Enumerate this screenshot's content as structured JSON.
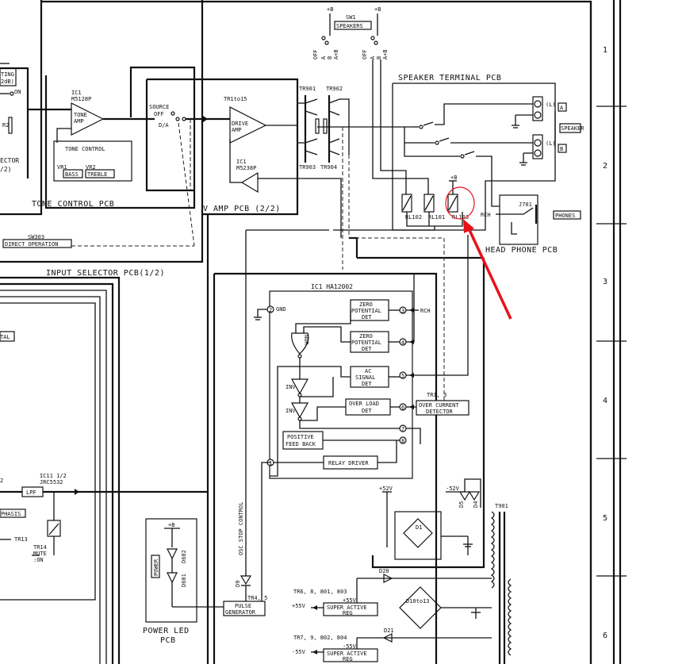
{
  "labels": {
    "sw1": "SW1",
    "speakers": "SPEAKERS",
    "plus_b": "+B",
    "off": "OFF",
    "a": "A",
    "b": "B",
    "ab": "A+B",
    "speaker_terminal_pcb": "SPEAKER TERMINAL PCB",
    "speaker": "SPEAKER",
    "l": "(L)",
    "ic1_left": "IC1",
    "m5128p": "M5128P",
    "tone_amp_1": "TONE",
    "tone_amp_2": "AMP",
    "tone_control": "TONE CONTROL",
    "vr1": "VR1",
    "vr2": "VR2",
    "bass": "BASS",
    "treble": "TREBLE",
    "tone_control_pcb": "TONE CONTROL PCB",
    "source": "SOURCE",
    "off2": "OFF",
    "da": "D/A",
    "tr1to15": "TR1to15",
    "drive_1": "DRIVE",
    "drive_2": "AMP",
    "ic1_mid": "IC1",
    "m5238p": "M5238P",
    "tr901": "TR901",
    "tr902": "TR902",
    "tr903": "TR903",
    "tr904": "TR904",
    "v_amp_pcb": "V AMP PCB (2/2)",
    "sw303": "SW303",
    "direct_operation": "DIRECT OPERATION",
    "input_selector_pcb": "INPUT SELECTOR PCB(1/2)",
    "ting": "TING",
    "db2": "2dB)",
    "on": "ON",
    "r2": "R2",
    "ector": "ECTOR",
    "half": "/2)",
    "rl102": "RL102",
    "rl101": "RL101",
    "rl103": "RL103",
    "rch_relay": "RCH",
    "j701": "J701",
    "phones": "PHONES",
    "head_phone_pcb": "HEAD PHONE PCB",
    "ic1_ha": "IC1 HA12002",
    "pin2": "2",
    "gnd": "GND",
    "zero_1": "ZERO",
    "potential_1": "POTENTIAL",
    "det_1": "DET",
    "zero_2": "ZERO",
    "potential_2": "POTENTIAL",
    "det_2": "DET",
    "nor": "NOR",
    "ac_1": "AC",
    "signal": "SIGNAL",
    "det_3": "DET",
    "inv_1": "INV",
    "inv_2": "INV",
    "overload_1": "OVER LOAD",
    "det_4": "DET",
    "positive": "POSITIVE",
    "feed_back": "FEED BACK",
    "relay_driver": "RELAY DRIVER",
    "pin3": "3",
    "pin4": "4",
    "pin5": "5",
    "pin6": "6",
    "pin7": "7",
    "pin8": "8",
    "pin1": "1",
    "rch_ic": "RCH",
    "tr1_3": "TR1, 3",
    "over_current_1": "OVER CURRENT",
    "detector": "DETECTOR",
    "ic11": "IC11 1/2",
    "jrc5532": "JRC5532",
    "lpf": "LPF",
    "phasis": "PHASIS",
    "tr13": "TR13",
    "tr14": "TR14",
    "mute": "MUTE",
    "on2": ":ON",
    "tal": "TAL",
    "f2": "2",
    "plus_b_led": "+B",
    "power": "POWER",
    "d602": "D602",
    "d601": "D601",
    "power_led_pcb_1": "POWER LED",
    "power_led_pcb_2": "PCB",
    "osc_stop_control": "OSC STOP CONTROL",
    "d9": "D9",
    "tr4_5": "TR4, 5",
    "pulse_1": "PULSE",
    "generator": "GENERATOR",
    "p52v": "+52V",
    "m52v": "-52V",
    "d5": "D5",
    "d4": "D4",
    "t901": "T901",
    "d1": "D1",
    "d20": "D20",
    "tr6": "TR6, 8, 801, 803",
    "p55v_in": "+55V",
    "super_active_1": "SUPER ACTIVE",
    "reg_1": "REG",
    "p55v": "+55V",
    "d10to13": "D10to13",
    "d21": "D21",
    "tr7": "TR7, 9, 802, 804",
    "m55v_in": "-55V",
    "super_active_2": "SUPER ACTIVE",
    "reg_2": "REG",
    "m55v": "-55V"
  },
  "grid": [
    "1",
    "2",
    "3",
    "4",
    "5",
    "6"
  ],
  "colors": {
    "ink": "#111111",
    "highlight": "#e8111a"
  }
}
